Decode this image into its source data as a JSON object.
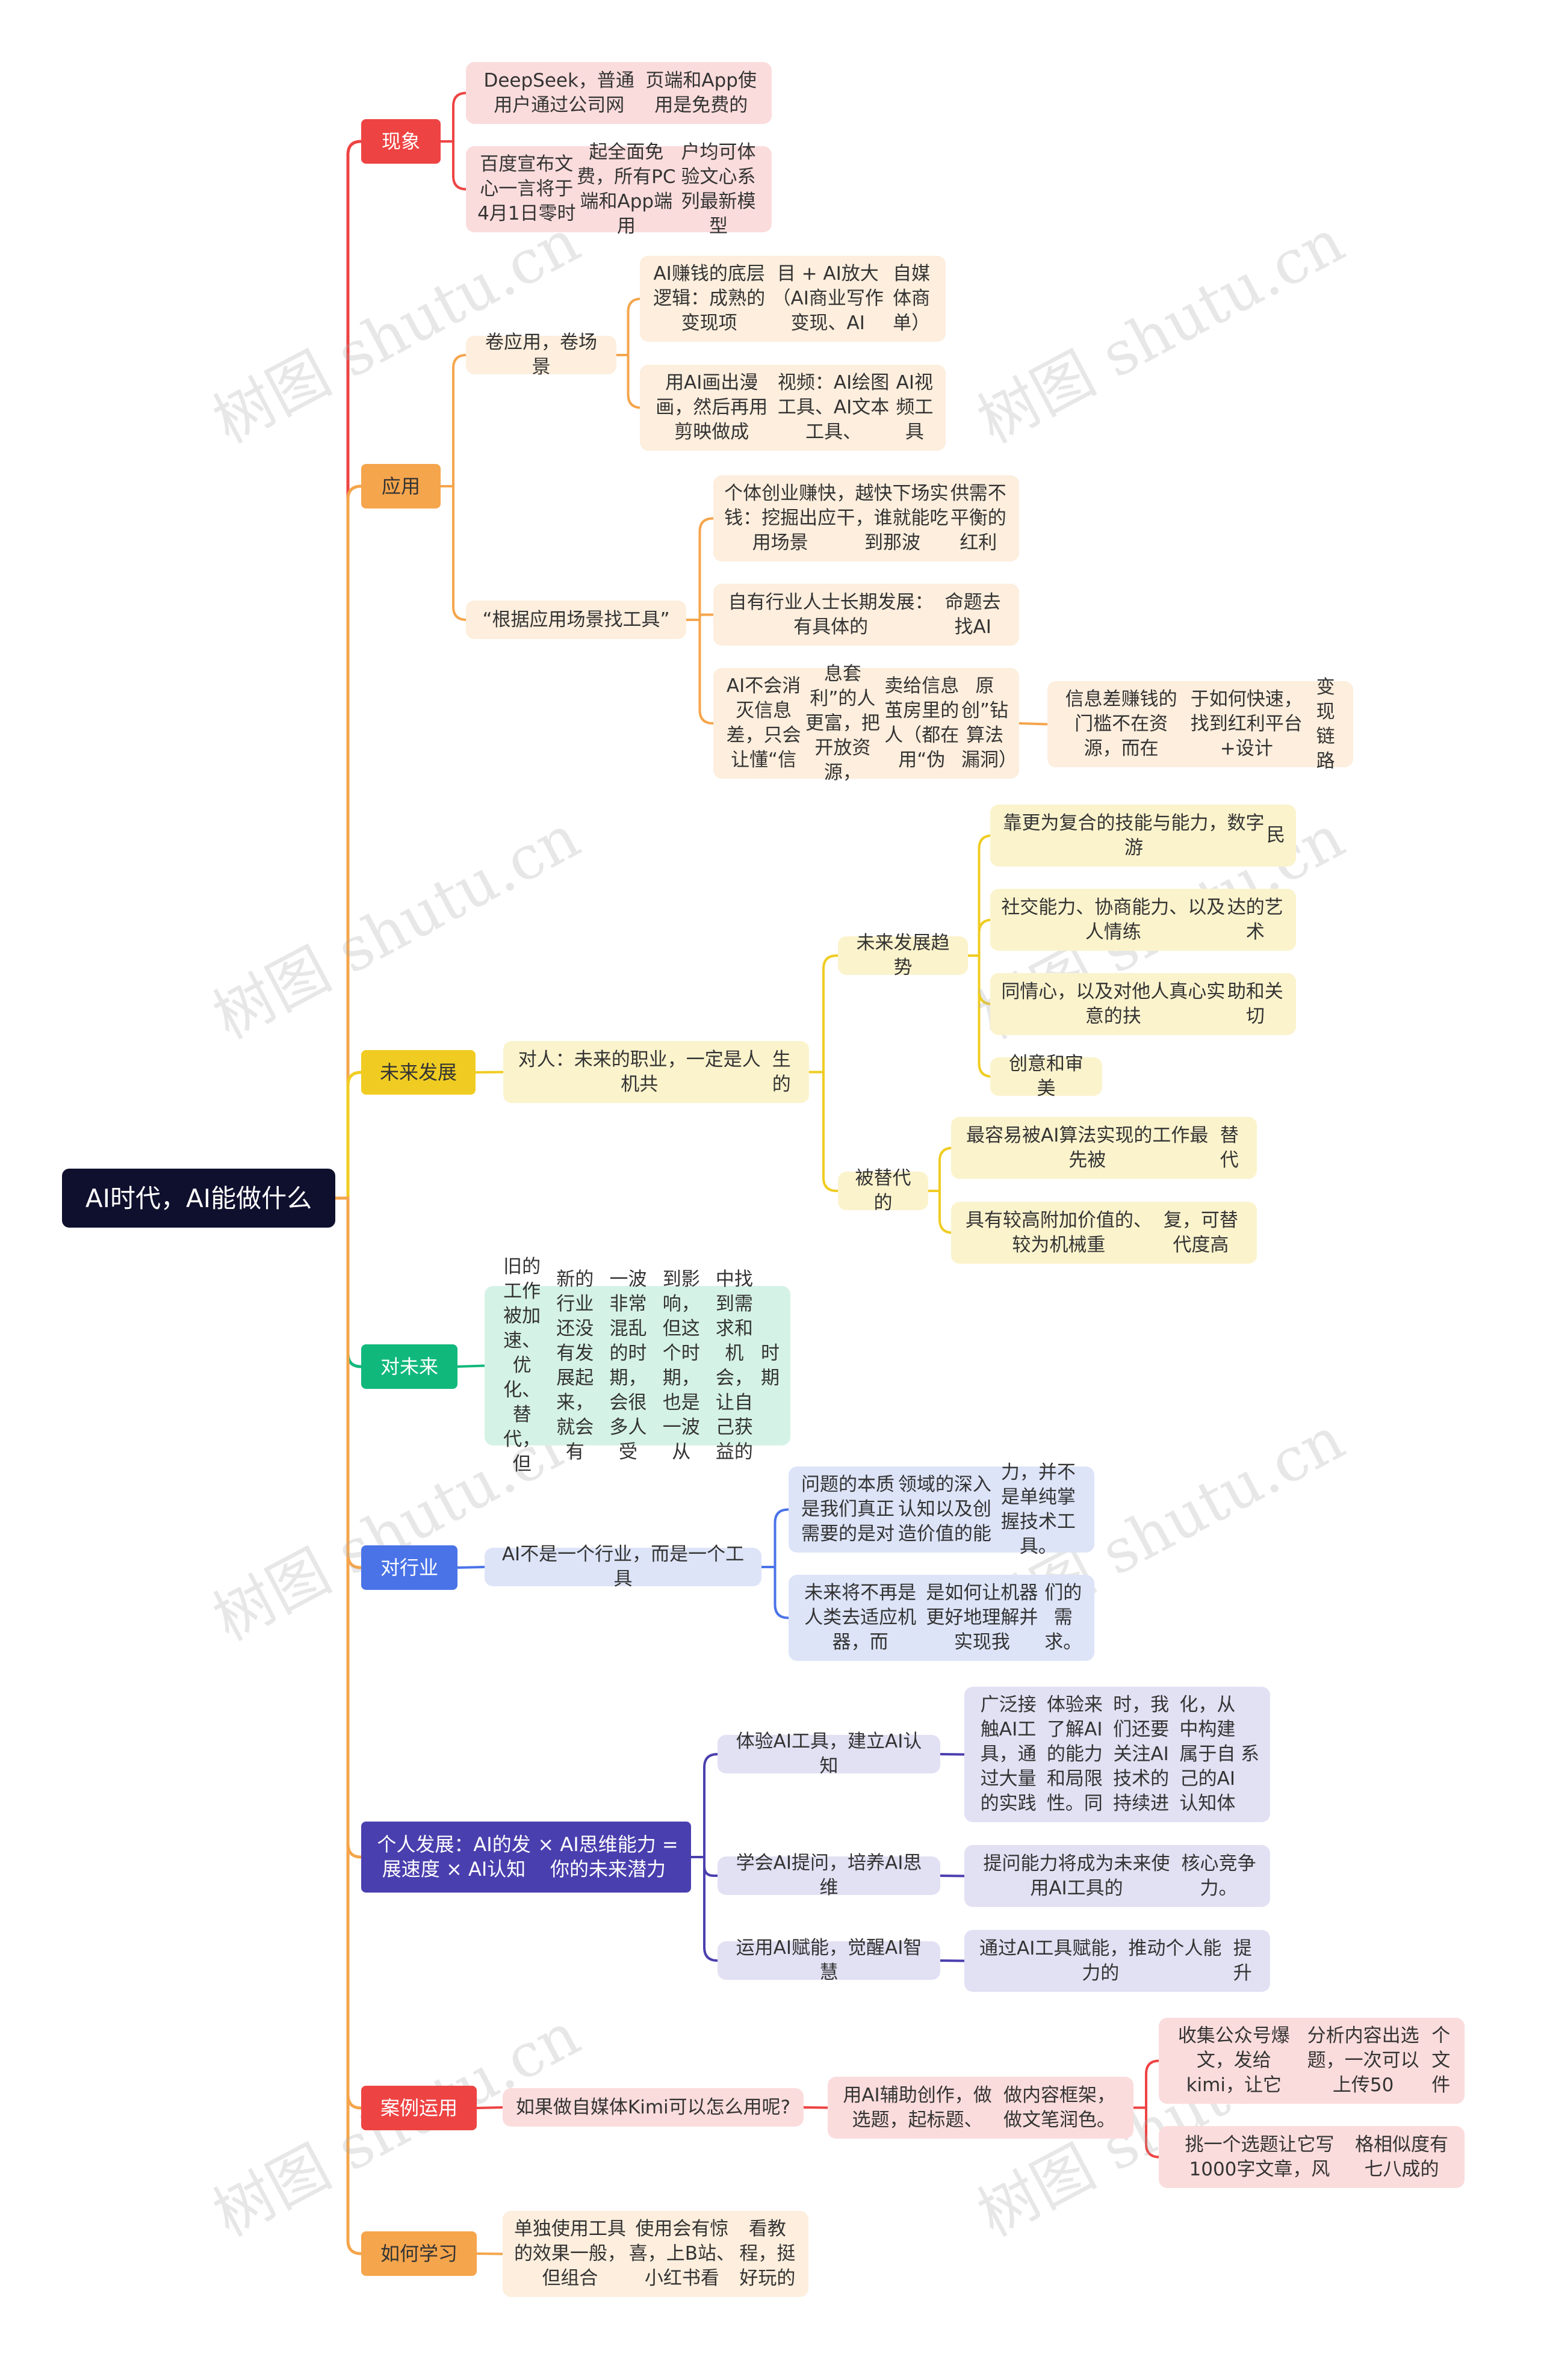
{
  "watermark": "树图 shutu.cn",
  "colors": {
    "red": "#ee4343",
    "red_light": "#fbdcdc",
    "orange": "#f5a54c",
    "orange_light": "#fdeedd",
    "yellow": "#f0cc22",
    "yellow_light": "#fbf3cc",
    "green": "#11b87c",
    "green_light": "#d5f2e6",
    "blue": "#4a73e8",
    "blue_light": "#dde4f8",
    "purple": "#4a3fae",
    "purple_light": "#e2e0f3",
    "root": "#0f0f2e"
  },
  "root": {
    "label": "AI时代，AI能做什么"
  },
  "branches": {
    "xianxiang": {
      "label": "现象",
      "items": [
        "DeepSeek，普通用户通过公司网|页端和App使用是免费的",
        "百度宣布文心一言将于4月1日零时|起全面免费，所有PC端和App端用|户均可体验文心系列最新模型"
      ]
    },
    "yingyong": {
      "label": "应用",
      "juan": {
        "label": "卷应用，卷场景",
        "items": [
          "AI赚钱的底层逻辑：成熟的变现项|目 + AI放大（AI商业写作变现、AI|自媒体商单）",
          "用AI画出漫画，然后再用剪映做成|视频：AI绘图工具、AI文本工具、|AI视频工具"
        ]
      },
      "zhao": {
        "label": "“根据应用场景找工具”",
        "items": [
          "个体创业赚快钱：挖掘出应用场景|，越快下场实干，谁就能吃到那波|供需不平衡的红利",
          "自有行业人士长期发展：有具体的|命题去找AI",
          "AI不会消灭信息差，只会让懂“信|息套利”的人更富，把开放资源，|卖给信息茧房里的人（都在用“伪|原创”钻算法漏洞）"
        ],
        "sub": "信息差赚钱的门槛不在资源，而在|于如何快速，找到红利平台+设计|变现链路"
      }
    },
    "weilai": {
      "label": "未来发展",
      "dui_ren": "对人：未来的职业，一定是人机共|生的",
      "trend": {
        "label": "未来发展趋势",
        "items": [
          "靠更为复合的技能与能力，数字游|民",
          "社交能力、协商能力、以及人情练|达的艺术",
          "同情心，以及对他人真心实意的扶|助和关切",
          "创意和审美"
        ]
      },
      "replace": {
        "label": "被替代的",
        "items": [
          "最容易被AI算法实现的工作最先被|替代",
          "具有较高附加价值的、较为机械重|复，可替代度高"
        ]
      }
    },
    "dui_weilai": {
      "label": "对未来",
      "text": "旧的工作被加速、优化、替代，但|新的行业还没有发展起来，就会有|一波非常混乱的时期，会很多人受|到影响，但这个时期，也是一波从|中找到需求和机会，让自己获益的|时期"
    },
    "dui_hangye": {
      "label": "对行业",
      "sub": "AI不是一个行业，而是一个工具",
      "items": [
        "问题的本质是我们真正需要的是对|领域的深入认知以及创造价值的能|力，并不是单纯掌握技术工具。",
        "未来将不再是人类去适应机器，而|是如何让机器更好地理解并实现我|们的需求。"
      ]
    },
    "geren": {
      "label": "个人发展：AI的发展速度 × AI认知|× AI思维能力 = 你的未来潜力",
      "items": [
        {
          "label": "体验AI工具，建立AI认知",
          "detail": "广泛接触AI工具，通过大量的实践|体验来了解AI的能力和局限性。同|时，我们还要关注AI技术的持续进|化，从中构建属于自己的AI认知体|系"
        },
        {
          "label": "学会AI提问，培养AI思维",
          "detail": "提问能力将成为未来使用AI工具的|核心竞争力。"
        },
        {
          "label": "运用AI赋能，觉醒AI智慧",
          "detail": "通过AI工具赋能，推动个人能力的|提升"
        }
      ]
    },
    "anli": {
      "label": "案例运用",
      "q": "如果做自媒体Kimi可以怎么用呢?",
      "a": "用AI辅助创作，做选题，起标题、|做内容框架，做文笔润色。",
      "items": [
        "收集公众号爆文，发给kimi，让它|分析内容出选题，一次可以上传50|个文件",
        "挑一个选题让它写1000字文章，风|格相似度有七八成的"
      ]
    },
    "xuexi": {
      "label": "如何学习",
      "text": "单独使用工具的效果一般，但组合|使用会有惊喜，上B站、小红书看|看教程，挺好玩的"
    }
  }
}
